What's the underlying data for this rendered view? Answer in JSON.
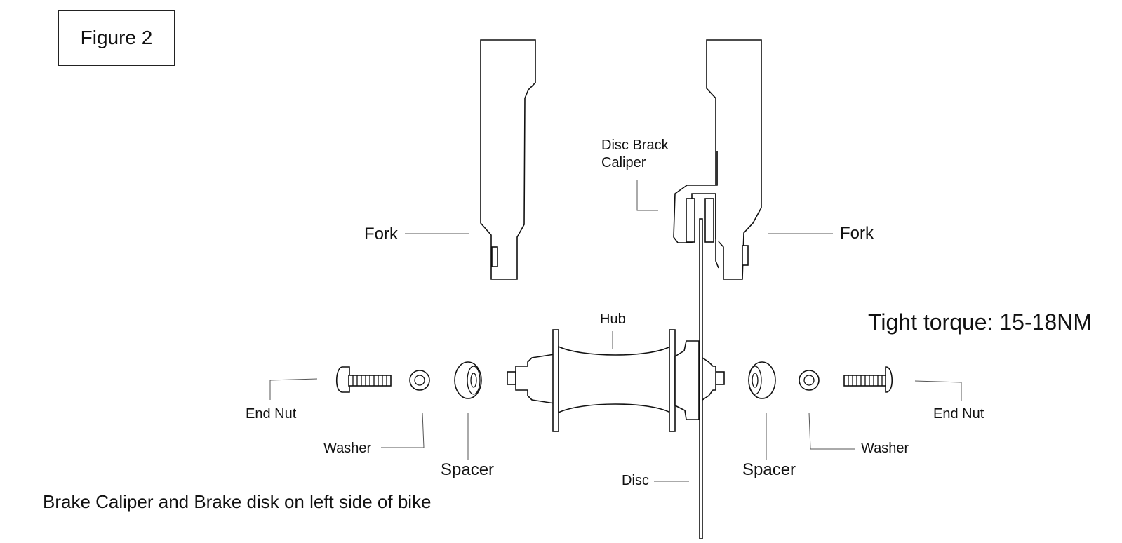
{
  "figure_label": "Figure 2",
  "caption": "Brake Caliper and Brake disk on left side of bike",
  "torque_note": "Tight torque: 15-18NM",
  "labels": {
    "fork_left": "Fork",
    "fork_right": "Fork",
    "caliper_line1": "Disc Brack",
    "caliper_line2": "Caliper",
    "hub": "Hub",
    "end_nut_left": "End Nut",
    "end_nut_right": "End Nut",
    "washer_left": "Washer",
    "washer_right": "Washer",
    "spacer_left": "Spacer",
    "spacer_right": "Spacer",
    "disc": "Disc"
  }
}
